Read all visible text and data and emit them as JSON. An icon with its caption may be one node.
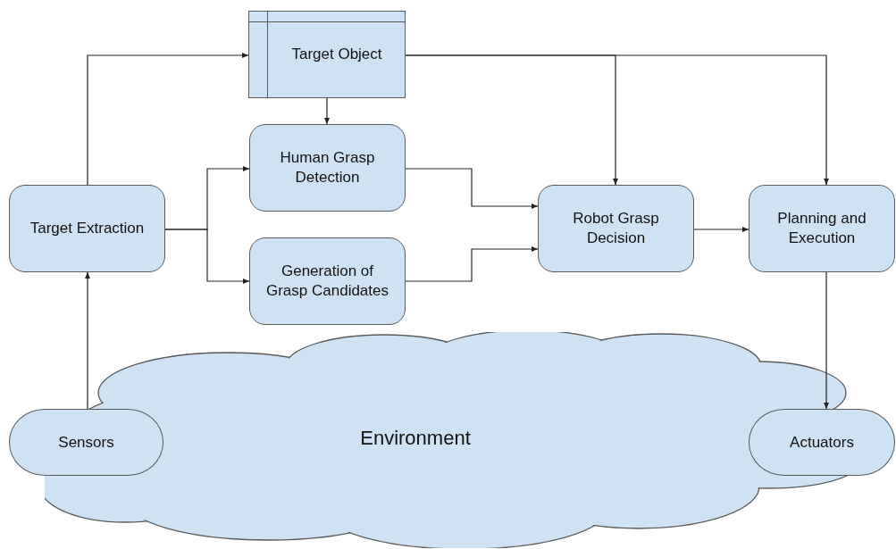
{
  "diagram": {
    "nodes": [
      {
        "text": [
          "Target Object"
        ]
      },
      {
        "text": [
          "Target Extraction"
        ]
      },
      {
        "text": [
          "Human Grasp Detection"
        ]
      },
      {
        "text": [
          "Generation of Grasp Candidates"
        ]
      },
      {
        "text": [
          "Robot Grasp Decision"
        ]
      },
      {
        "text": [
          "Planning and Execution"
        ]
      },
      {
        "text": [
          "Environment"
        ]
      },
      {
        "text": [
          "Sensors"
        ]
      },
      {
        "text": [
          "Actuators"
        ]
      }
    ],
    "edges": [
      {
        "from": 1,
        "to": 0,
        "arrow": "to"
      },
      {
        "from": 0,
        "to": 2,
        "arrow": "to"
      },
      {
        "from": 0,
        "to": 4,
        "arrow": "to"
      },
      {
        "from": 0,
        "to": 5,
        "arrow": "to"
      },
      {
        "from": 1,
        "to": 2,
        "arrow": "to"
      },
      {
        "from": 1,
        "to": 3,
        "arrow": "to"
      },
      {
        "from": 2,
        "to": 4,
        "arrow": "to"
      },
      {
        "from": 3,
        "to": 4,
        "arrow": "to"
      },
      {
        "from": 4,
        "to": 5,
        "arrow": "to"
      },
      {
        "from": 5,
        "to": 8,
        "arrow": "to"
      },
      {
        "from": 7,
        "to": 1,
        "arrow": "to"
      }
    ]
  }
}
